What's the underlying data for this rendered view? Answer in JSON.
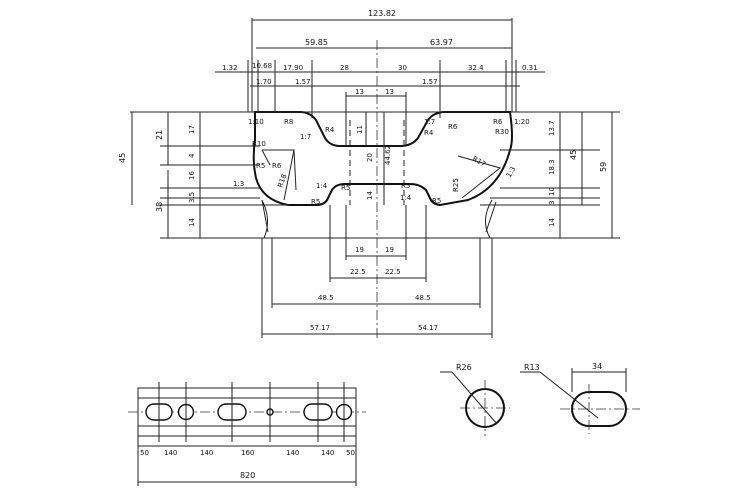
{
  "main_section": {
    "top_dims": {
      "overall": "123.82",
      "left_half": "59.85",
      "right_half": "63.97",
      "row3": [
        "1.32",
        "10.68",
        "17.90",
        "28",
        "30",
        "32.4",
        "0.31"
      ],
      "row4": [
        "1.70",
        "1.57",
        "1.57"
      ],
      "center_13a": "13",
      "center_13b": "13"
    },
    "left_dims": {
      "overall": "45",
      "upper": "21",
      "lower": "38",
      "segments": [
        "17",
        "4",
        "16",
        "3.5",
        "14"
      ]
    },
    "right_dims": {
      "overall": "59",
      "mid": "45",
      "segments": [
        "13.7",
        "18.3",
        "10",
        "3",
        "14"
      ]
    },
    "center_dims": [
      "11",
      "20",
      "44.62",
      "14"
    ],
    "bottom_dims": {
      "inner": [
        "19",
        "19"
      ],
      "mid": [
        "22.5",
        "22.5"
      ],
      "wide": [
        "48.5",
        "48.5"
      ],
      "overall": [
        "57.17",
        "54.17"
      ]
    },
    "callouts": {
      "radii": [
        "R8",
        "R4",
        "R4",
        "R6",
        "R6",
        "R30",
        "R10",
        "R5",
        "R18",
        "R6",
        "R5",
        "R5",
        "R5",
        "R25",
        "R17",
        "R5"
      ],
      "slopes": [
        "1:10",
        "1:7",
        "1:7",
        "1:20",
        "1:3",
        "1:3",
        "1:4",
        "1:4"
      ]
    }
  },
  "side_view": {
    "segments": [
      "50",
      "140",
      "140",
      "160",
      "140",
      "140",
      "50"
    ],
    "overall": "820"
  },
  "hole_details": {
    "round": "R26",
    "slot_radius": "R13",
    "slot_length": "34"
  }
}
